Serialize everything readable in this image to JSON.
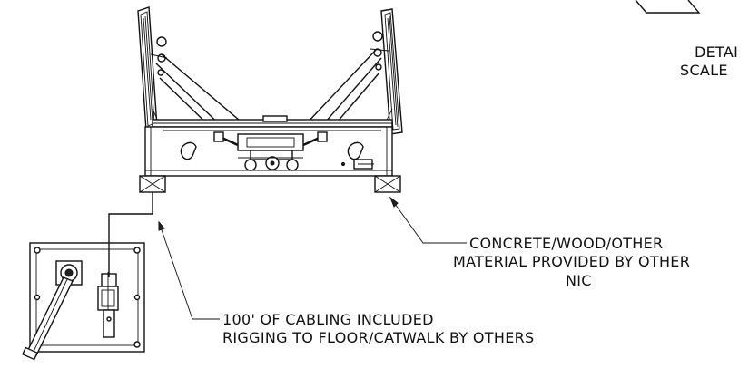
{
  "drawing": {
    "detail_label": "DETAI",
    "scale_label": "SCALE",
    "callout_material": {
      "line1": "CONCRETE/WOOD/OTHER",
      "line2": "MATERIAL PROVIDED BY OTHER",
      "line3": "NIC"
    },
    "callout_cabling": {
      "line1": "100' OF CABLING INCLUDED",
      "line2": "RIGGING TO FLOOR/CATWALK BY OTHERS"
    }
  }
}
